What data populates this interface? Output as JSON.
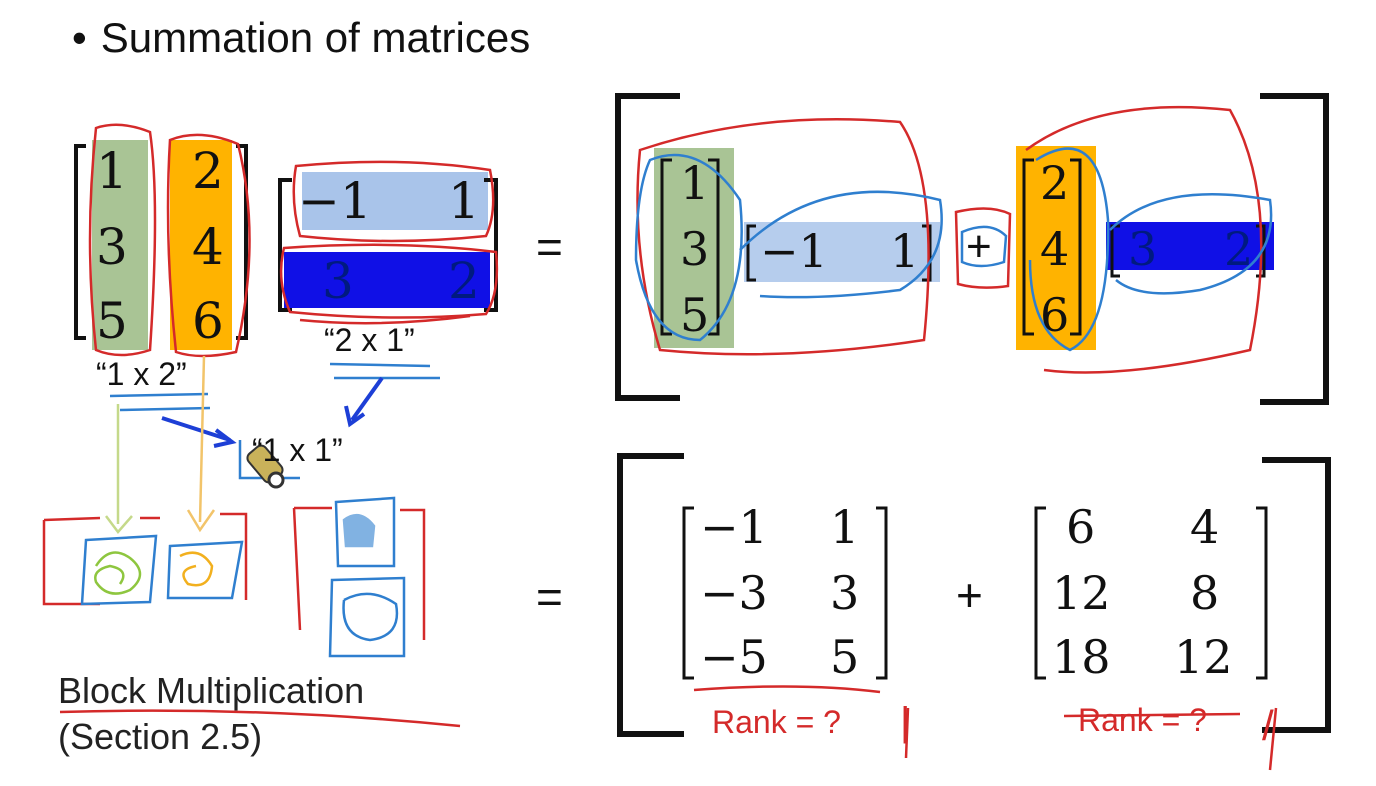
{
  "slide": {
    "bullet": "•",
    "title": "Summation of matrices",
    "col_matrix": [
      [
        "1",
        "2"
      ],
      [
        "3",
        "4"
      ],
      [
        "5",
        "6"
      ]
    ],
    "row_matrix": [
      [
        "−1",
        "1"
      ],
      [
        "3",
        "2"
      ]
    ],
    "col_size_label": "“1 x 2”",
    "row_size_label": "“2 x 1”",
    "result_size_label": "“1 x 1”",
    "equals": "=",
    "plus": "+",
    "expansion": {
      "left_col": [
        "1",
        "3",
        "5"
      ],
      "left_row": [
        "−1",
        "1"
      ],
      "right_col": [
        "2",
        "4",
        "6"
      ],
      "right_row": [
        "3",
        "2"
      ]
    },
    "result_left": [
      [
        "−1",
        "1"
      ],
      [
        "−3",
        "3"
      ],
      [
        "−5",
        "5"
      ]
    ],
    "result_right": [
      [
        "6",
        "4"
      ],
      [
        "12",
        "8"
      ],
      [
        "18",
        "12"
      ]
    ],
    "rank_left": "Rank = ?",
    "rank_right": "Rank = ?",
    "rank_left_mark": "|",
    "rank_right_mark": "/",
    "block_mult_line1": "Block Multiplication",
    "block_mult_line2": "(Section 2.5)",
    "colors": {
      "green_highlight": "#a9c495",
      "orange_highlight": "#ffb300",
      "light_blue_highlight": "#a9c4ea",
      "dark_blue_highlight": "#1010e6",
      "ink_red": "#d42a2a",
      "ink_blue": "#2f7fcf",
      "ink_green": "#8ec63f",
      "ink_yellow": "#f2b01e"
    }
  }
}
